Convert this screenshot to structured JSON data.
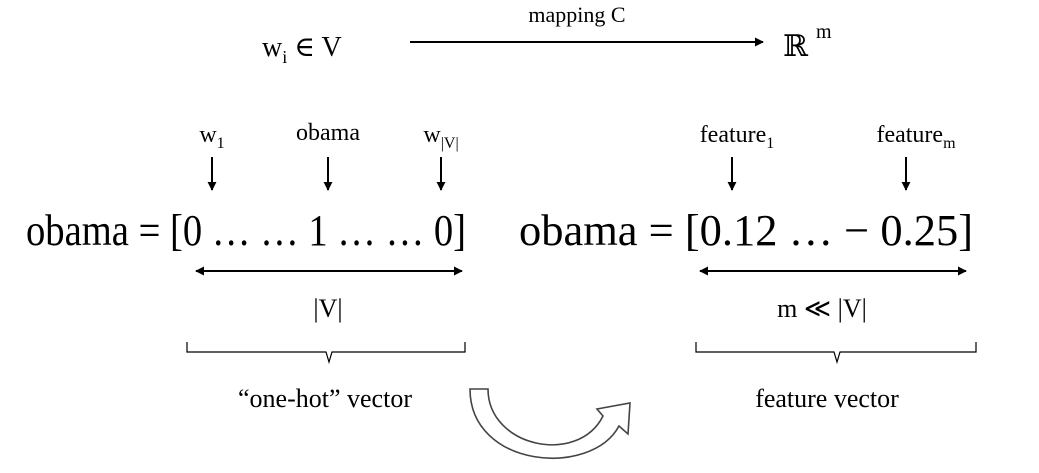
{
  "mapping": {
    "source_main": "w",
    "source_sub": "i",
    "source_rest": " ∈ V",
    "label": "mapping C",
    "target_main": "ℝ",
    "target_sup": "m"
  },
  "onehot": {
    "markers": [
      {
        "main": "w",
        "sub": "1"
      },
      {
        "main": "obama",
        "sub": ""
      },
      {
        "main": "w",
        "sub": "|V|"
      }
    ],
    "equation": "obama = [0 … … 1 … … 0]",
    "dimension_label": "|V|",
    "caption": "“one-hot” vector"
  },
  "feature": {
    "markers": [
      {
        "main": "feature",
        "sub": "1"
      },
      {
        "main": "feature",
        "sub": "m"
      }
    ],
    "equation": "obama = [0.12 … − 0.25]",
    "dimension_label": "m ≪ |V|",
    "caption": "feature vector"
  },
  "icons": {
    "transform": "curved-arrow-icon"
  }
}
